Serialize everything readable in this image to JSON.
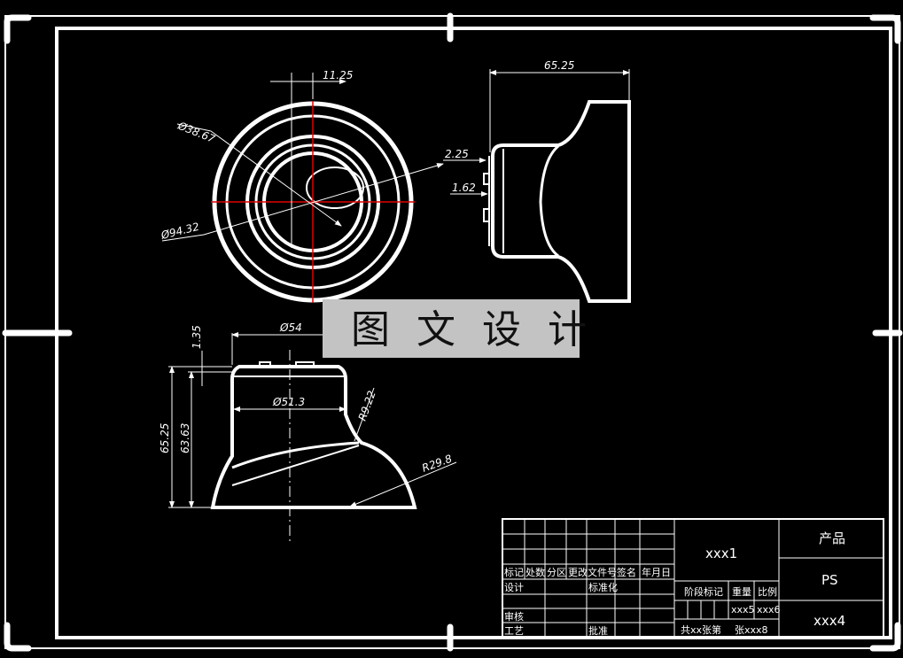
{
  "watermark": "图 文 设 计",
  "dimensions": {
    "top_width": "11.25",
    "dia_inner": "Ø38.67",
    "dia_outer": "Ø94.32",
    "side_width": "65.25",
    "side_2_25": "2.25",
    "side_1_62": "1.62",
    "front_dia54": "Ø54",
    "front_dia51": "Ø51.3",
    "front_1_35": "1.35",
    "front_h1": "65.25",
    "front_h2": "63.63",
    "front_r922": "R9.22",
    "front_r298": "R29.8"
  },
  "title_block": {
    "header": [
      "标记",
      "处数",
      "分区",
      "更改文件号",
      "签名",
      "年月日"
    ],
    "design": "设计",
    "standard": "标准化",
    "review": "审核",
    "process": "工艺",
    "approve": "批准",
    "drawing_name": "xxx1",
    "stage_mark": "阶段标记",
    "weight": "重量",
    "scale": "比例",
    "weight_val": "xxx5",
    "scale_val": "xxx6",
    "sheets": "共xx张第",
    "sheet_no": "张xxx8",
    "product_label": "产品",
    "material": "PS",
    "drawing_no": "xxx4"
  }
}
